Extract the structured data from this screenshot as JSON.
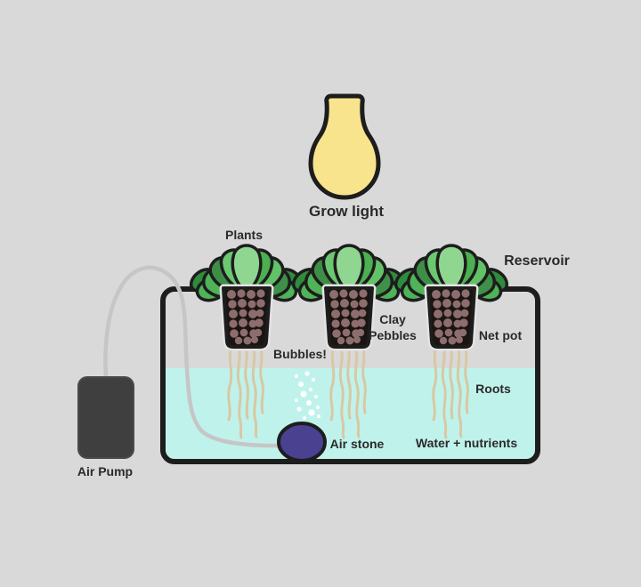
{
  "labels": {
    "grow_light": "Grow light",
    "plants": "Plants",
    "reservoir": "Reservoir",
    "clay_pebbles": "Clay Pebbles",
    "net_pot": "Net pot",
    "bubbles": "Bubbles!",
    "roots": "Roots",
    "air_stone": "Air stone",
    "water_nutrients": "Water + nutrients",
    "air_pump": "Air Pump"
  },
  "colors": {
    "background": "#d9d9d9",
    "text": "#2a2a2a",
    "outline": "#1d1d1d",
    "bulb_fill": "#f9e48e",
    "water": "#c0f2ec",
    "air_stone_fill": "#4a4191",
    "tube": "#c6c6c6",
    "pump_fill": "#3f3f3f",
    "pot_fill": "#1a1512",
    "pot_halo": "#e3e3e3",
    "pebble": "#8d6d6d",
    "root": "#d8c8a4",
    "bubble": "#ffffff",
    "leaf_1": "#4FB357",
    "leaf_2": "#3E8E47",
    "leaf_3": "#6CC771",
    "leaf_4": "#8FD691",
    "leaf_5": "#4CAF50",
    "leaf_6": "#63C268",
    "leaf_7": "#3F9149",
    "leaf_side_1": "#4FB357",
    "leaf_side_2": "#2F8C3C"
  }
}
